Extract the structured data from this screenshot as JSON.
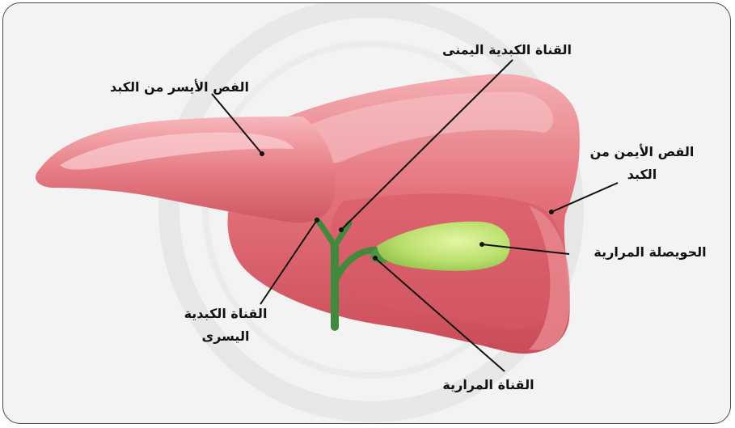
{
  "labels": {
    "left_lobe": "الفص الأيسر من الكبد",
    "right_hepatic_duct": "القناة الكبدية اليمنى",
    "right_lobe_line1": "الفص الأيمن من",
    "right_lobe_line2": "الكبد",
    "gallbladder": "الحويصلة المرارية",
    "left_hepatic_duct_line1": "القناة الكبدية",
    "left_hepatic_duct_line2": "اليسرى",
    "cystic_duct": "القناة المرارية"
  },
  "colors": {
    "liver": "#e0676f",
    "liver_light": "#f2a3a8",
    "liver_dark": "#c24a55",
    "gallbladder": "#b6de6e",
    "duct": "#3f8a3b",
    "leader_line": "#111111"
  }
}
